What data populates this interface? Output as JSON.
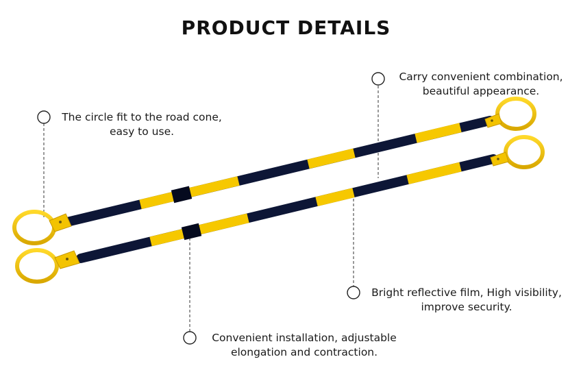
{
  "title": "PRODUCT  DETAILS",
  "colors": {
    "yellow": "#f6c800",
    "yellow_dark": "#c99a00",
    "black": "#0d1636",
    "text": "#1a1a1a"
  },
  "callouts": {
    "circle_fit": {
      "line1": "The circle fit to the road cone,",
      "line2": "easy to use."
    },
    "combination": {
      "line1": "Carry convenient combination,",
      "line2": "beautiful appearance."
    },
    "reflective": {
      "line1": "Bright reflective film, High visibility,",
      "line2": "improve security."
    },
    "installation": {
      "line1": "Convenient installation, adjustable",
      "line2": "elongation and contraction."
    }
  }
}
